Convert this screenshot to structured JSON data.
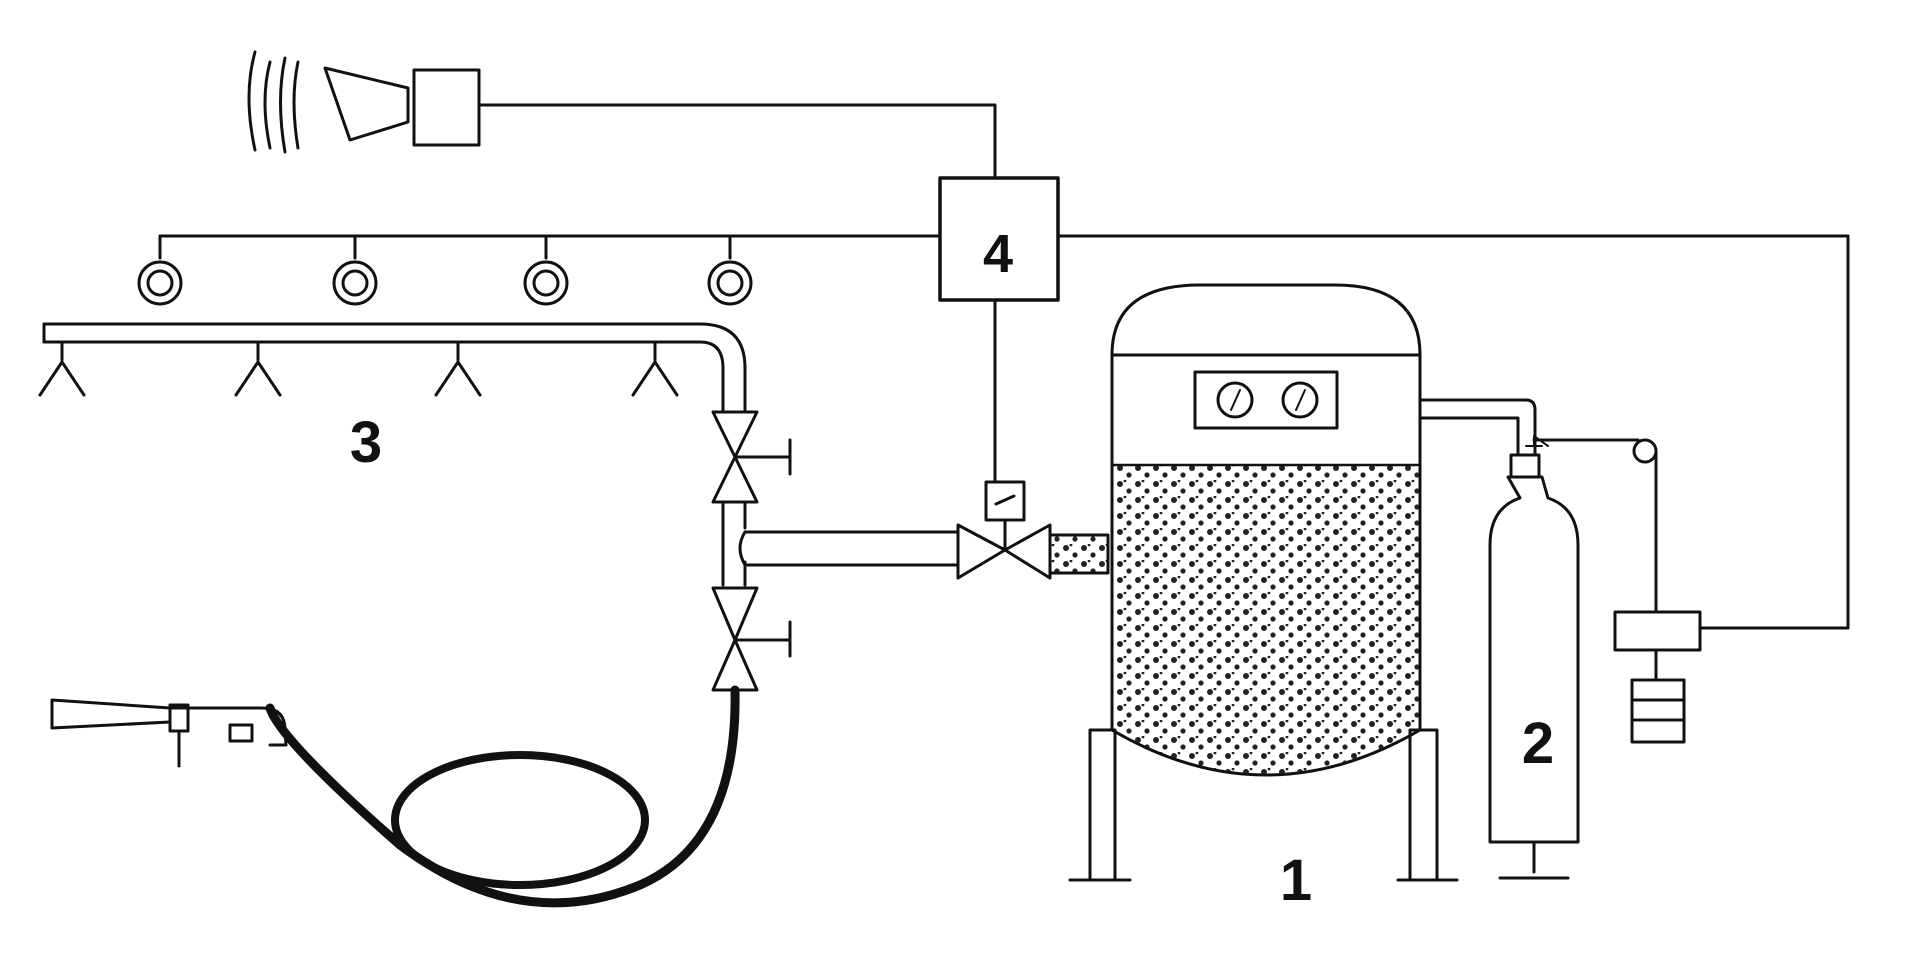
{
  "diagram": {
    "labels": {
      "tank": "1",
      "gas_cylinder": "2",
      "sprinkler_network": "3",
      "control_unit": "4"
    }
  },
  "colors": {
    "line": "#111111",
    "background": "#ffffff",
    "powder_dots": "#222222"
  },
  "icons": {
    "siren": "siren-icon",
    "detector": "smoke-detector-icon",
    "nozzle": "nozzle-icon",
    "valve": "valve-icon",
    "gauge": "pressure-gauge-icon"
  }
}
